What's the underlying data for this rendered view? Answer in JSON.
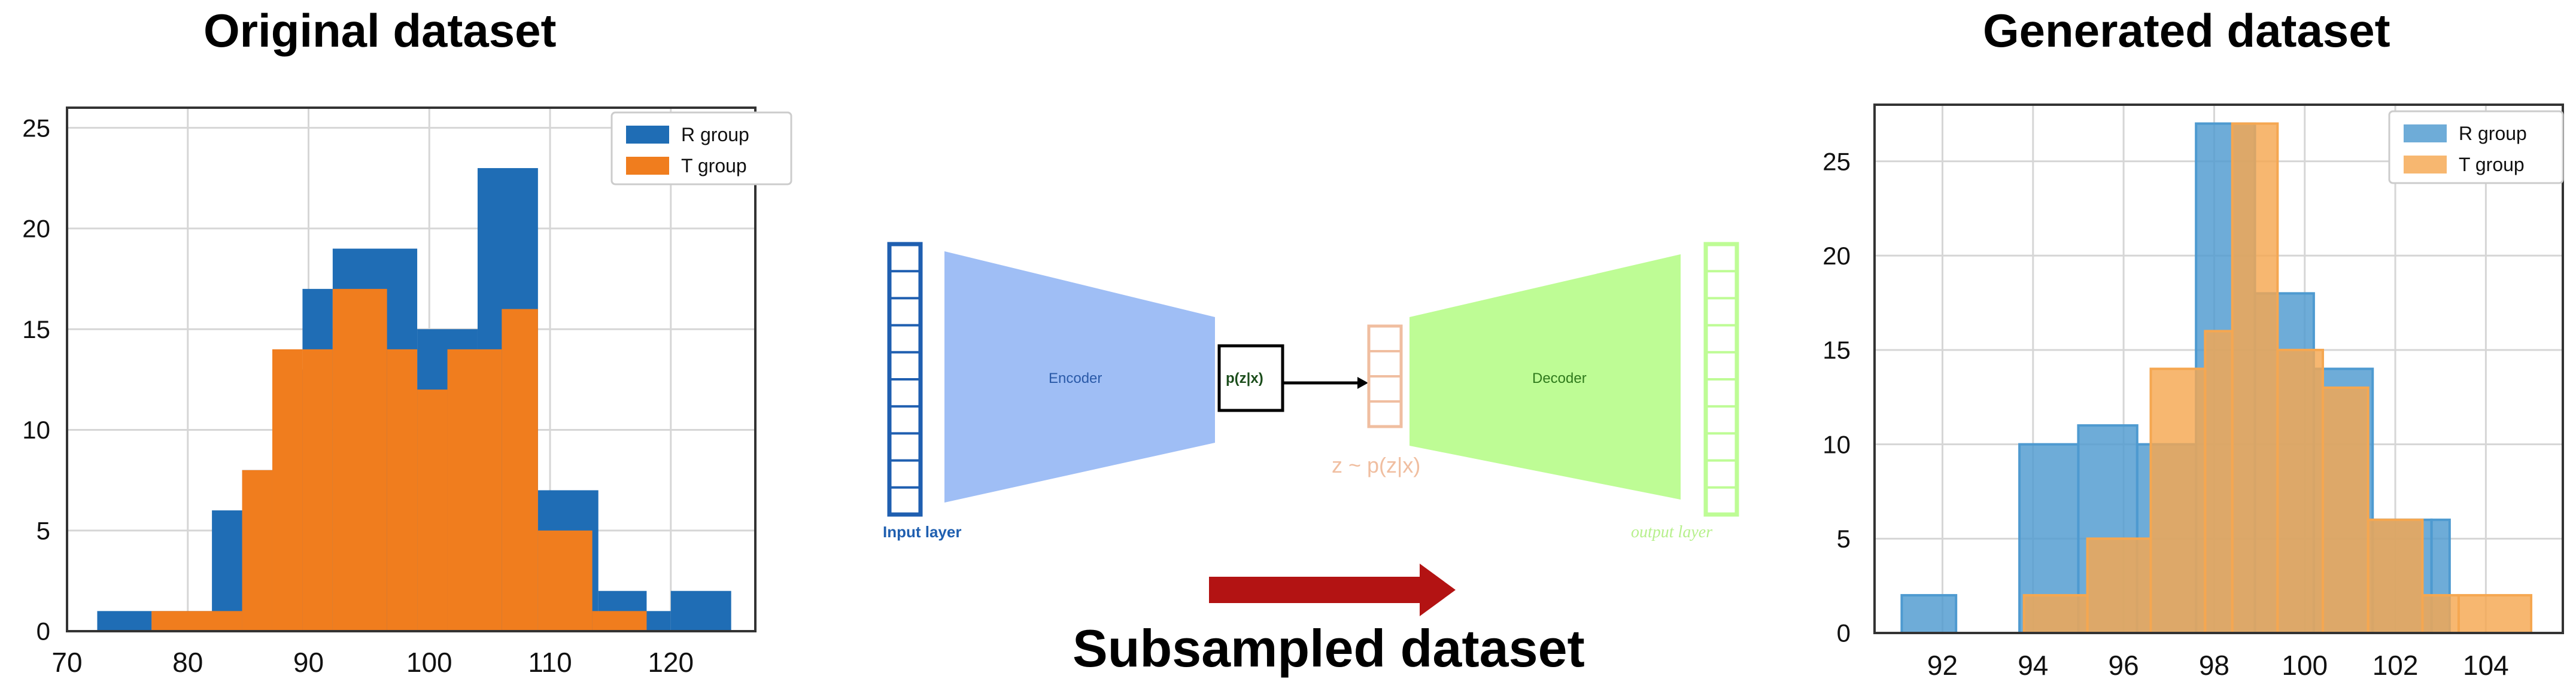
{
  "titles": {
    "left": "Original dataset",
    "right": "Generated dataset",
    "middle": "Subsampled dataset"
  },
  "diagram": {
    "encoder_label": "Encoder",
    "decoder_label": "Decoder",
    "latent_box_label": "p(z|x)",
    "latent_sample_label": "z ~ p(z|x)",
    "input_label": "Input layer",
    "output_label": "output layer",
    "arrow_color": "#b31313",
    "encoder_color": "#9fbef5",
    "decoder_color": "#befc95"
  },
  "chart_data": [
    {
      "type": "bar",
      "histogram": true,
      "title": "Original dataset",
      "xlim": [
        70,
        127
      ],
      "ylim": [
        0,
        26
      ],
      "xticks": [
        70,
        80,
        90,
        100,
        110,
        120
      ],
      "yticks": [
        0,
        5,
        10,
        15,
        20,
        25
      ],
      "grid": true,
      "legend_position": "top-right",
      "series": [
        {
          "name": "R group",
          "color": "#1f6db5",
          "bins": [
            [
              72.5,
              77,
              1
            ],
            [
              77,
              82,
              1
            ],
            [
              82,
              84.5,
              6
            ],
            [
              84.5,
              87,
              8
            ],
            [
              87,
              89.5,
              13
            ],
            [
              89.5,
              92,
              17
            ],
            [
              92,
              99,
              19
            ],
            [
              99,
              104,
              15
            ],
            [
              104,
              109,
              23
            ],
            [
              109,
              114,
              7
            ],
            [
              114,
              118,
              2
            ],
            [
              118,
              120,
              1
            ],
            [
              120,
              125,
              2
            ]
          ]
        },
        {
          "name": "T group",
          "color": "#f07d1e",
          "bins": [
            [
              77,
              84.5,
              1
            ],
            [
              84.5,
              87,
              8
            ],
            [
              87,
              89.5,
              14
            ],
            [
              89.5,
              92,
              14
            ],
            [
              92,
              96.5,
              17
            ],
            [
              96.5,
              99,
              14
            ],
            [
              99,
              101.5,
              12
            ],
            [
              101.5,
              106,
              14
            ],
            [
              106,
              109,
              16
            ],
            [
              109,
              113.5,
              5
            ],
            [
              113.5,
              118,
              1
            ]
          ]
        }
      ]
    },
    {
      "type": "bar",
      "histogram": true,
      "title": "Generated dataset",
      "xlim": [
        90.5,
        105.7
      ],
      "ylim": [
        0,
        28
      ],
      "xticks": [
        92,
        94,
        96,
        98,
        100,
        102,
        104
      ],
      "yticks": [
        0,
        5,
        10,
        15,
        20,
        25
      ],
      "grid": true,
      "legend_position": "top-right",
      "series": [
        {
          "name": "R group",
          "color": "#4e9ad0",
          "bins": [
            [
              91.1,
              92.3,
              2
            ],
            [
              93.7,
              95,
              10
            ],
            [
              95,
              96.3,
              11
            ],
            [
              96.3,
              97.6,
              10
            ],
            [
              97.6,
              98.9,
              27
            ],
            [
              98.9,
              100.2,
              18
            ],
            [
              100.2,
              101.5,
              14
            ],
            [
              101.5,
              102.8,
              6
            ],
            [
              102.8,
              103.2,
              6
            ]
          ]
        },
        {
          "name": "T group",
          "color": "#f5a751",
          "bins": [
            [
              93.8,
              95.2,
              2
            ],
            [
              95.2,
              96.6,
              5
            ],
            [
              96.6,
              97.8,
              14
            ],
            [
              97.8,
              98.4,
              16
            ],
            [
              98.4,
              99.4,
              27
            ],
            [
              99.4,
              100.4,
              15
            ],
            [
              100.4,
              101.4,
              13
            ],
            [
              101.4,
              102.6,
              6
            ],
            [
              102.6,
              103.4,
              2
            ],
            [
              103.4,
              105,
              2
            ]
          ]
        }
      ]
    }
  ]
}
